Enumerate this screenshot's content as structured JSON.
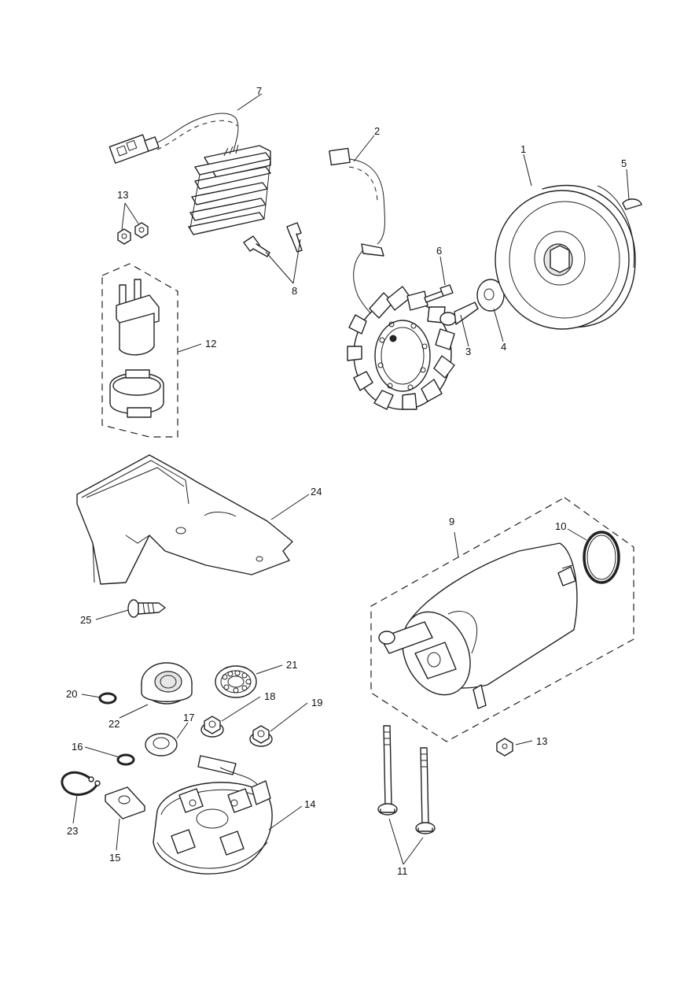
{
  "callouts": {
    "c1": "1",
    "c2": "2",
    "c3": "3",
    "c4": "4",
    "c5": "5",
    "c6": "6",
    "c7": "7",
    "c8": "8",
    "c9": "9",
    "c10": "10",
    "c11": "11",
    "c12": "12",
    "c13a": "13",
    "c13b": "13",
    "c14": "14",
    "c15": "15",
    "c16": "16",
    "c17": "17",
    "c18": "18",
    "c19": "19",
    "c20": "20",
    "c21": "21",
    "c22": "22",
    "c23": "23",
    "c24": "24",
    "c25": "25"
  }
}
